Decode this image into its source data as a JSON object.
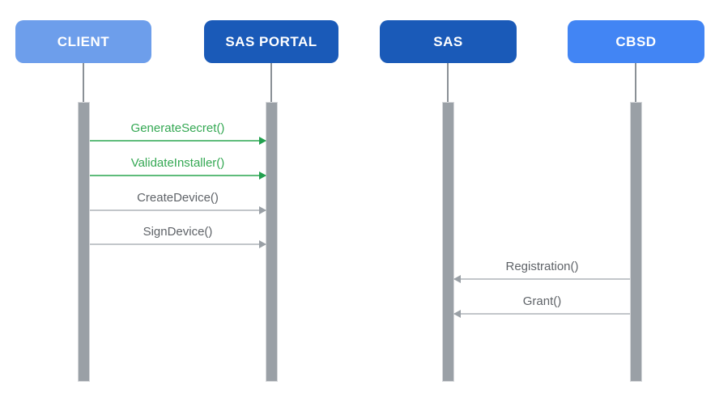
{
  "diagram": {
    "type": "sequence-diagram",
    "background": "#ffffff",
    "actors": [
      {
        "id": "client",
        "label": "CLIENT",
        "color": "#6D9EEB",
        "text_color": "#ffffff"
      },
      {
        "id": "sas-portal",
        "label": "SAS PORTAL",
        "color": "#1A5AB8",
        "text_color": "#ffffff"
      },
      {
        "id": "sas",
        "label": "SAS",
        "color": "#1A5AB8",
        "text_color": "#ffffff"
      },
      {
        "id": "cbsd",
        "label": "CBSD",
        "color": "#4285F4",
        "text_color": "#ffffff"
      }
    ],
    "messages": [
      {
        "label": "GenerateSecret()",
        "from": "CLIENT",
        "to": "SAS PORTAL",
        "direction": "right",
        "style": "green"
      },
      {
        "label": "ValidateInstaller()",
        "from": "CLIENT",
        "to": "SAS PORTAL",
        "direction": "right",
        "style": "green"
      },
      {
        "label": "CreateDevice()",
        "from": "CLIENT",
        "to": "SAS PORTAL",
        "direction": "right",
        "style": "gray"
      },
      {
        "label": "SignDevice()",
        "from": "CLIENT",
        "to": "SAS PORTAL",
        "direction": "right",
        "style": "gray"
      },
      {
        "label": "Registration()",
        "from": "CBSD",
        "to": "SAS",
        "direction": "left",
        "style": "gray"
      },
      {
        "label": "Grant()",
        "from": "CBSD",
        "to": "SAS",
        "direction": "left",
        "style": "gray"
      }
    ],
    "colors": {
      "lifeline": "#8A9096",
      "activation_bar": "#9AA0A6",
      "activation_bar_border": "#D6D8DB",
      "green_text": "#34A853",
      "green_line": "#5FBC7B",
      "green_head": "#23A04F",
      "gray_text": "#5F6368",
      "gray_line": "#C2C6CA",
      "gray_head": "#9AA0A6"
    }
  }
}
